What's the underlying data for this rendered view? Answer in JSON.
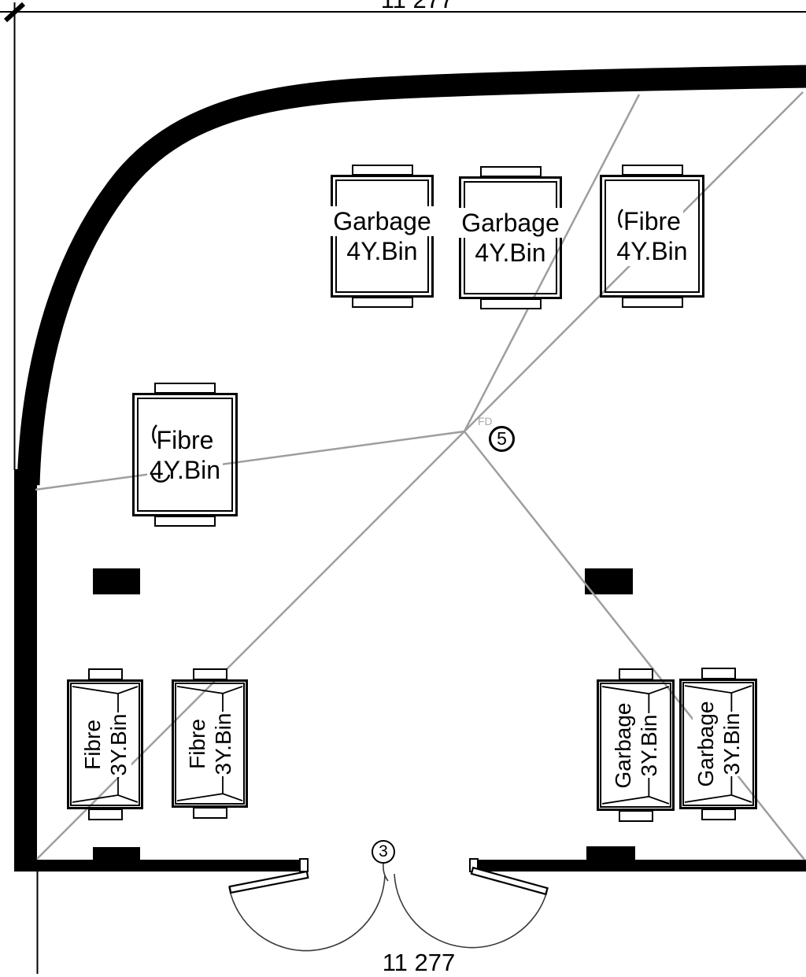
{
  "drawing": {
    "dimension_top": "11 277",
    "dimension_bottom": "11 277",
    "door_tag": "3",
    "drain_tag": "5",
    "drain_label": "FD",
    "bins": [
      {
        "id": "garbage-4y-bin-1",
        "line1": "Garbage",
        "line2": "4Y.Bin"
      },
      {
        "id": "garbage-4y-bin-2",
        "line1": "Garbage",
        "line2": "4Y.Bin"
      },
      {
        "id": "fibre-4y-bin-1",
        "line1": "Fibre",
        "line2": "4Y.Bin"
      },
      {
        "id": "fibre-4y-bin-2",
        "line1": "Fibre",
        "line2": "4Y.Bin"
      },
      {
        "id": "fibre-3y-bin-1",
        "line1": "Fibre",
        "line2": "3Y.Bin"
      },
      {
        "id": "fibre-3y-bin-2",
        "line1": "Fibre",
        "line2": "3Y.Bin"
      },
      {
        "id": "garbage-3y-bin-1",
        "line1": "Garbage",
        "line2": "3Y.Bin"
      },
      {
        "id": "garbage-3y-bin-2",
        "line1": "Garbage",
        "line2": "3Y.Bin"
      }
    ],
    "colors": {
      "ink": "#000000",
      "leader_gray": "#9e9e9e"
    }
  }
}
